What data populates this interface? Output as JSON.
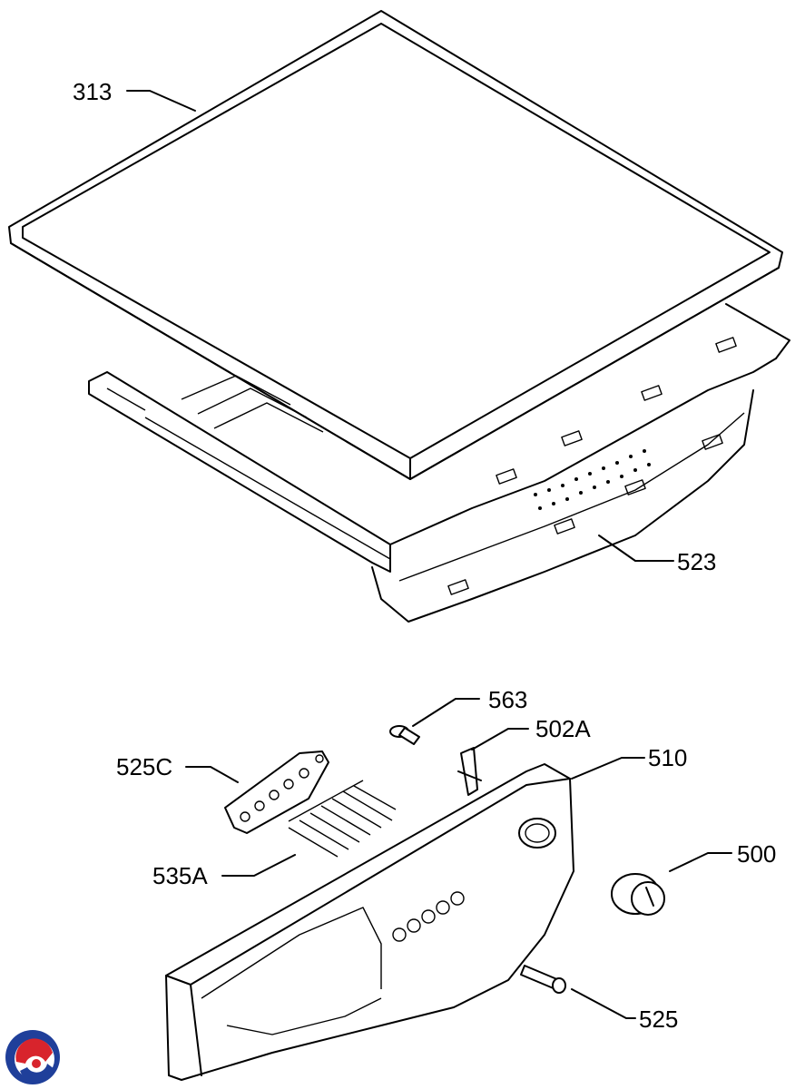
{
  "parts": [
    {
      "id": "313"
    },
    {
      "id": "523"
    },
    {
      "id": "563"
    },
    {
      "id": "502A"
    },
    {
      "id": "510"
    },
    {
      "id": "525C"
    },
    {
      "id": "535A"
    },
    {
      "id": "500"
    },
    {
      "id": "525"
    }
  ],
  "colors": {
    "line": "#000000",
    "background": "#ffffff",
    "logo_blue": "#1f3f9a",
    "logo_red": "#d8242c"
  }
}
